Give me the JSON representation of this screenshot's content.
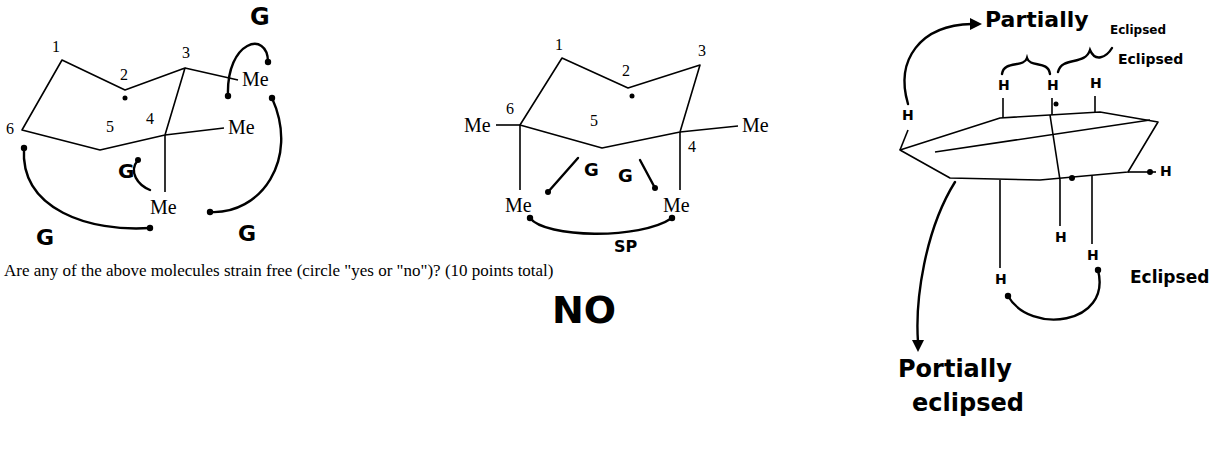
{
  "diagram": {
    "labels": [
      "G",
      "1",
      "2",
      "3",
      "Me",
      "6",
      "5",
      "4",
      "Me",
      "G",
      "Me",
      "G",
      "G",
      "1",
      "2",
      "3",
      "Me",
      "6",
      "5",
      "4",
      "Me",
      "G",
      "G",
      "Me",
      "Me",
      "SP",
      "Are any of the above molecules strain free (circle \"yes or \"no\")?  (10 points total)",
      "NO",
      "Partially",
      "Eclipsed",
      "H",
      "H",
      "Eclipsed",
      "H",
      "H",
      "H",
      "H",
      "H",
      "H",
      "Eclipsed",
      "Portially",
      "eclipsed"
    ]
  }
}
